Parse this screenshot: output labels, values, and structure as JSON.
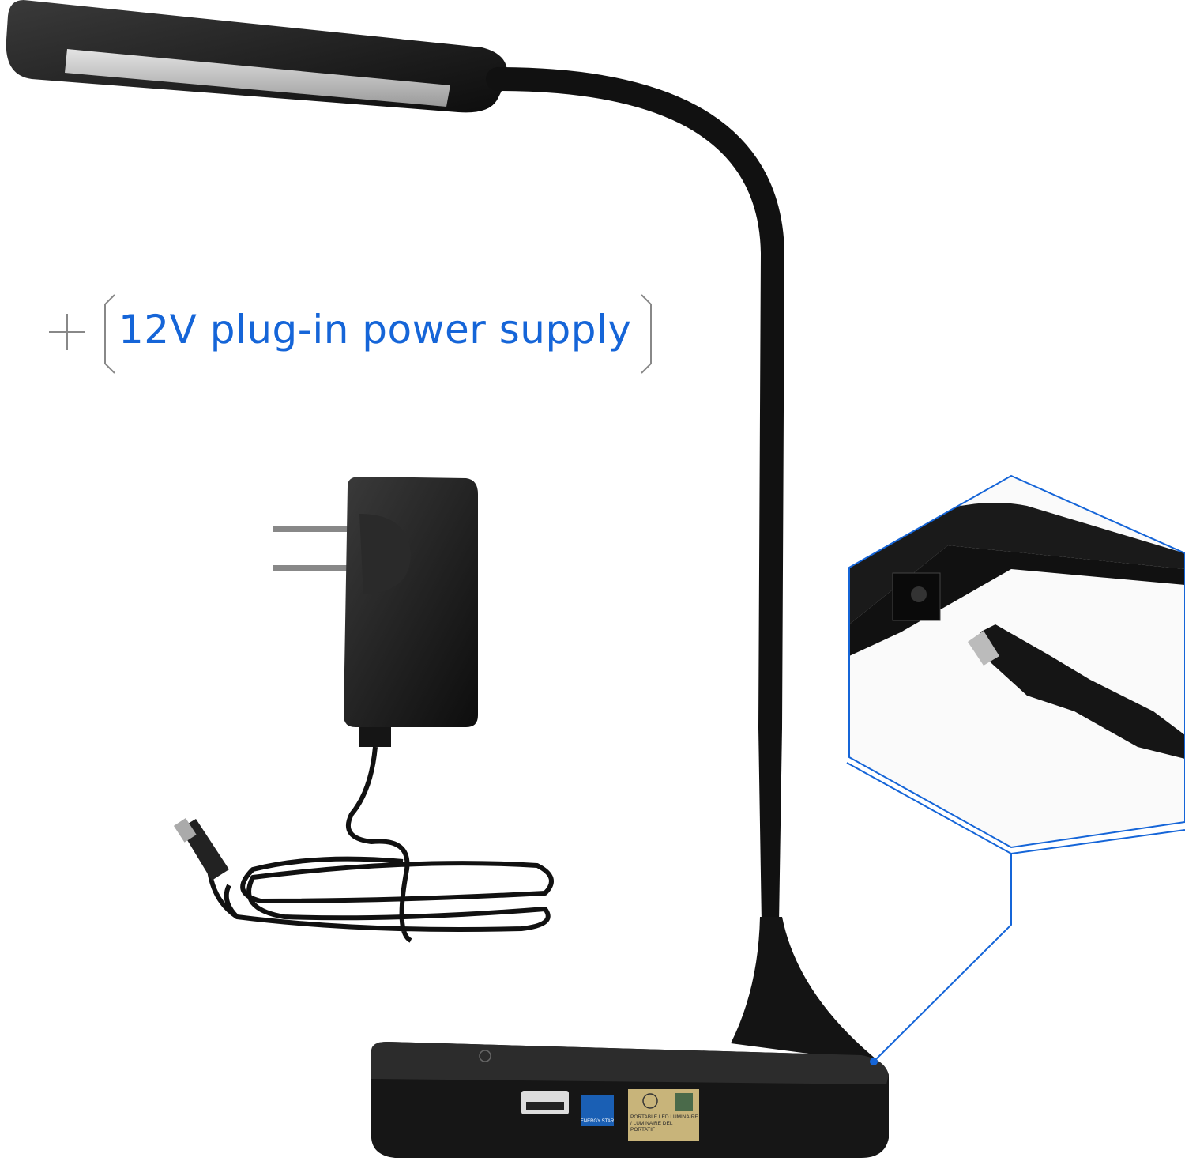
{
  "caption": {
    "prefix_symbol": "+",
    "text": "12V plug-in power supply",
    "text_color": "#1565d8",
    "bracket_color": "#888888"
  },
  "product": {
    "colors": {
      "body": "#141414",
      "accent": "#1565d8"
    },
    "base_labels": {
      "energy_star_logo": "ENERGY STAR",
      "certification_sticker": "PORTABLE LED LUMINAIRE / LUMINAIRE DEL PORTATIF"
    },
    "icons": [
      "touch-power-icon",
      "usb-port-icon"
    ]
  }
}
